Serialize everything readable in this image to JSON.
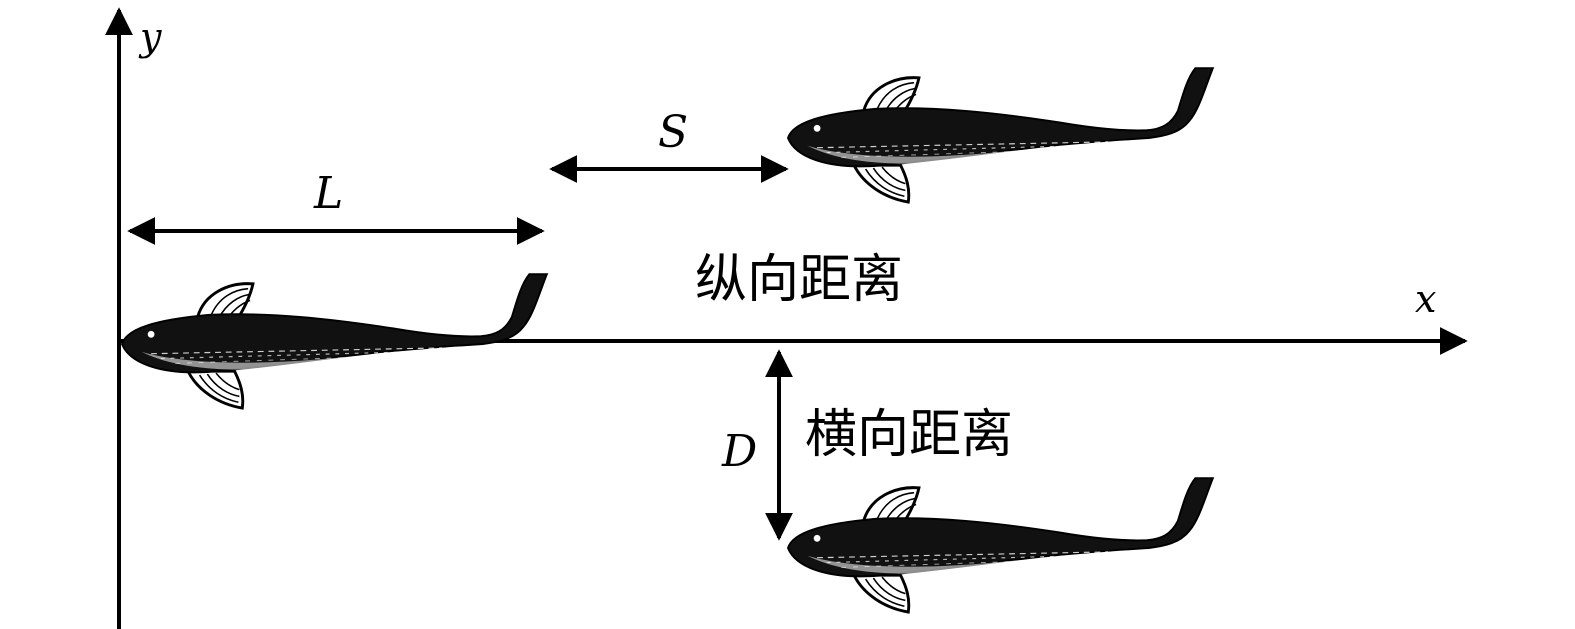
{
  "axes": {
    "x_label": "x",
    "y_label": "y"
  },
  "dimensions": {
    "L": "L",
    "S": "S",
    "D": "D"
  },
  "labels": {
    "longitudinal": "纵向距离",
    "lateral": "横向距离"
  },
  "fish": [
    {
      "name": "leader-fish"
    },
    {
      "name": "follower-fish-upper"
    },
    {
      "name": "follower-fish-lower"
    }
  ],
  "colors": {
    "ink": "#000000",
    "background": "#ffffff"
  }
}
